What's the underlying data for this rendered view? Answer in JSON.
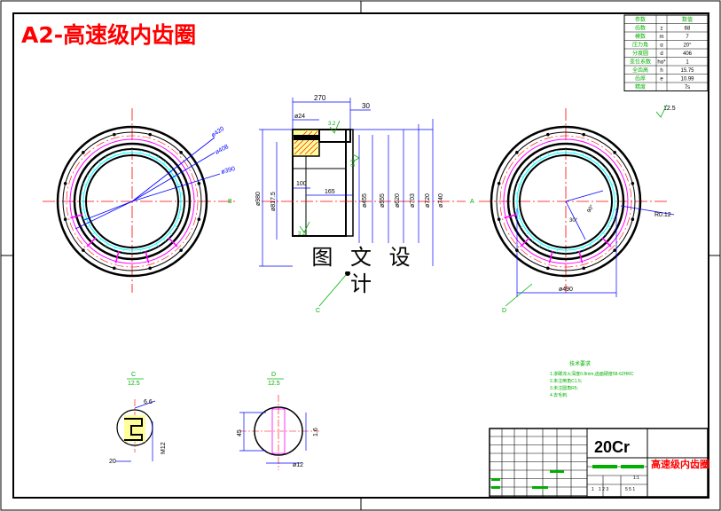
{
  "sheet": {
    "title": "A2-高速级内齿圈",
    "watermark": "图 文 设 计",
    "material": "20Cr",
    "part_name": "高速级内齿圈",
    "scale_small": "1:1",
    "title_marks": [
      "1",
      "1 2 3",
      "5 5 1"
    ]
  },
  "param_table": {
    "header": [
      "参数",
      "",
      "数值"
    ],
    "rows": [
      [
        "齿数",
        "z",
        "68"
      ],
      [
        "模数",
        "m",
        "7"
      ],
      [
        "压力角",
        "α",
        "20°"
      ],
      [
        "分度圆",
        "d",
        "406"
      ],
      [
        "变位系数",
        "hα*",
        "1"
      ],
      [
        "全齿高",
        "h",
        "15.75"
      ],
      [
        "齿厚",
        "e",
        "10.99"
      ],
      [
        "精度",
        "",
        "7s"
      ]
    ]
  },
  "dims": {
    "d1": "ø420",
    "d2": "ø408",
    "d3": "ø390",
    "top_270": "270",
    "top_30": "30",
    "top_24": "ø24",
    "v1": "ø980",
    "v2": "ø817.5",
    "v3": "ø455",
    "v4": "ø555",
    "v5": "ø620",
    "v6": "ø703",
    "v7": "ø720",
    "v8": "ø740",
    "h100": "100",
    "h165": "165",
    "rough_125": "12.5",
    "rough_32": "3.2",
    "rough_16": "1.6",
    "right_r": "R0.12",
    "right_30": "30°",
    "right_90": "90°",
    "right_490": "ø490",
    "sect_b": "B",
    "sect_a": "A",
    "sect_c": "C",
    "sect_d": "D",
    "det_c_title": "C",
    "det_c_scale": "12.5",
    "det_c_66": "6.6",
    "det_c_20": "20",
    "det_c_m12": "M12",
    "det_d_title": "D",
    "det_d_scale": "12.5",
    "det_d_45": "45",
    "det_d_16": "1.6",
    "det_d_12": "ø12"
  },
  "notes": {
    "title": "技术要求",
    "lines": [
      "1.渗碳淬火深度0.8mm,齿面硬度58-62HRC",
      "2.未注倒角C1.5;",
      "3.未注圆角R5;",
      "4.去毛刺."
    ]
  },
  "colors": {
    "frame": "#000000",
    "title": "#ff0000",
    "center": "#ff0000",
    "magenta": "#ff00ff",
    "cyan": "#00ffff",
    "dim": "#0000ff",
    "green": "#00b000",
    "yellow": "#ffff99",
    "hatch": "#ff0000"
  }
}
